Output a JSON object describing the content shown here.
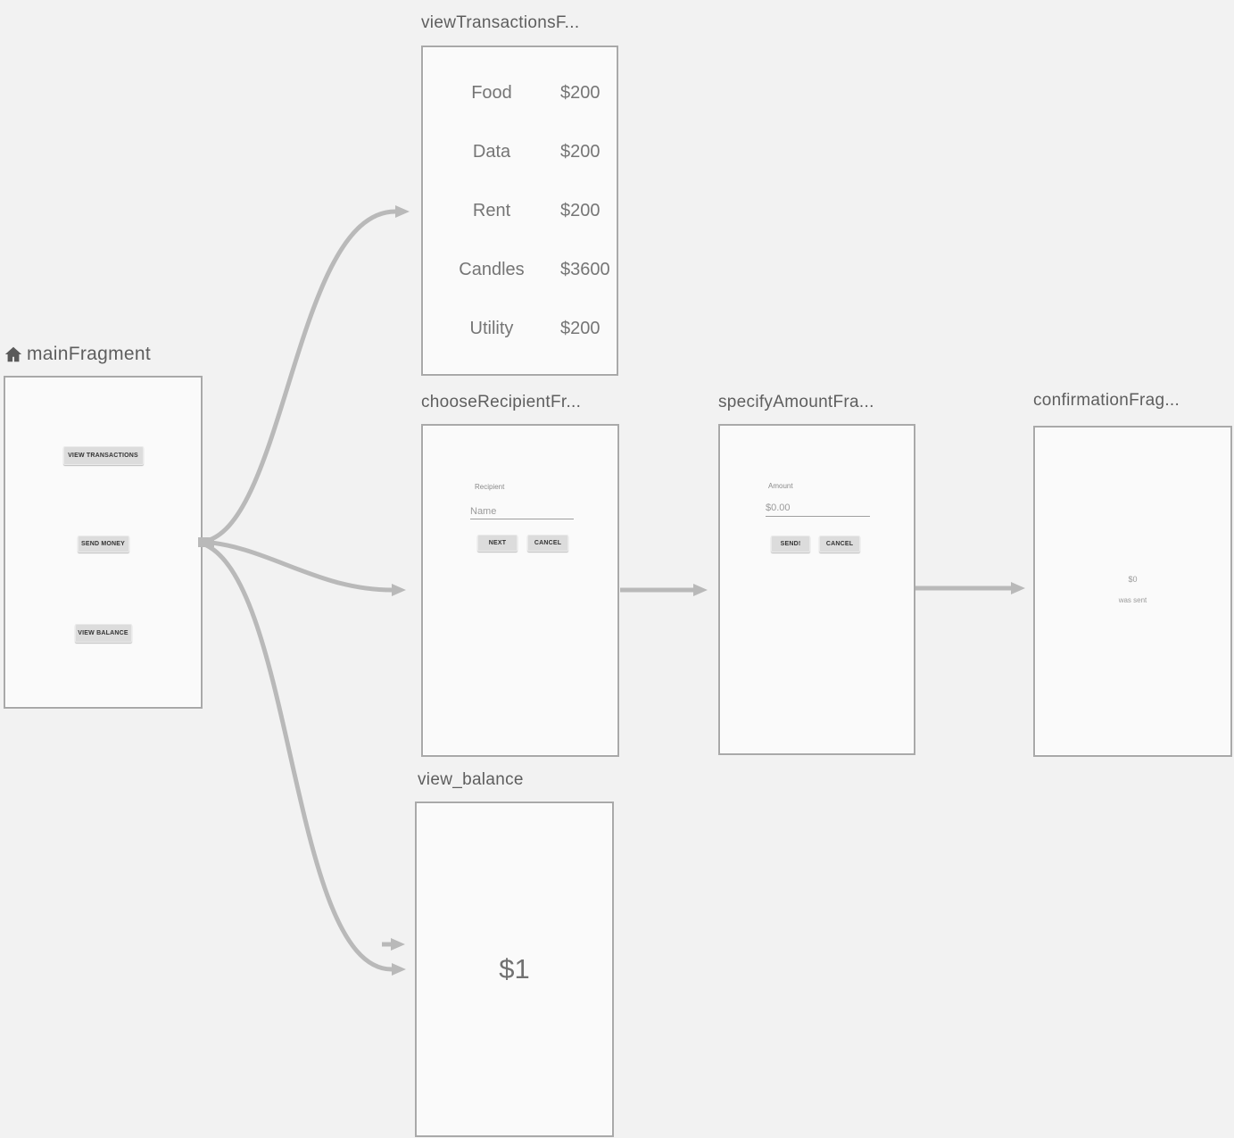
{
  "colors": {
    "bg": "#f2f2f2",
    "panel_bg": "#fafafa",
    "panel_border": "#a9a9a9",
    "arrow": "#b9b9b9",
    "title_text": "#5e5e5e",
    "content_text": "#757575",
    "hint_text": "#9a9a9a",
    "button_bg": "#dcdcdc",
    "button_text": "#333333"
  },
  "fragments": {
    "main": {
      "title": "mainFragment",
      "home_icon": "home-icon",
      "buttons": {
        "view_transactions": "VIEW TRANSACTIONS",
        "send_money": "SEND MONEY",
        "view_balance": "VIEW BALANCE"
      }
    },
    "view_transactions": {
      "title": "viewTransactionsF...",
      "rows": [
        {
          "label": "Food",
          "amount": "$200"
        },
        {
          "label": "Data",
          "amount": "$200"
        },
        {
          "label": "Rent",
          "amount": "$200"
        },
        {
          "label": "Candles",
          "amount": "$3600"
        },
        {
          "label": "Utility",
          "amount": "$200"
        }
      ]
    },
    "choose_recipient": {
      "title": "chooseRecipientFr...",
      "field_label": "Recipient",
      "input_placeholder": "Name",
      "next_label": "NEXT",
      "cancel_label": "CANCEL"
    },
    "specify_amount": {
      "title": "specifyAmountFra...",
      "field_label": "Amount",
      "input_placeholder": "$0.00",
      "send_label": "SEND!",
      "cancel_label": "CANCEL"
    },
    "confirmation": {
      "title": "confirmationFrag...",
      "amount": "$0",
      "message": "was sent"
    },
    "view_balance": {
      "title": "view_balance",
      "balance": "$1"
    }
  }
}
